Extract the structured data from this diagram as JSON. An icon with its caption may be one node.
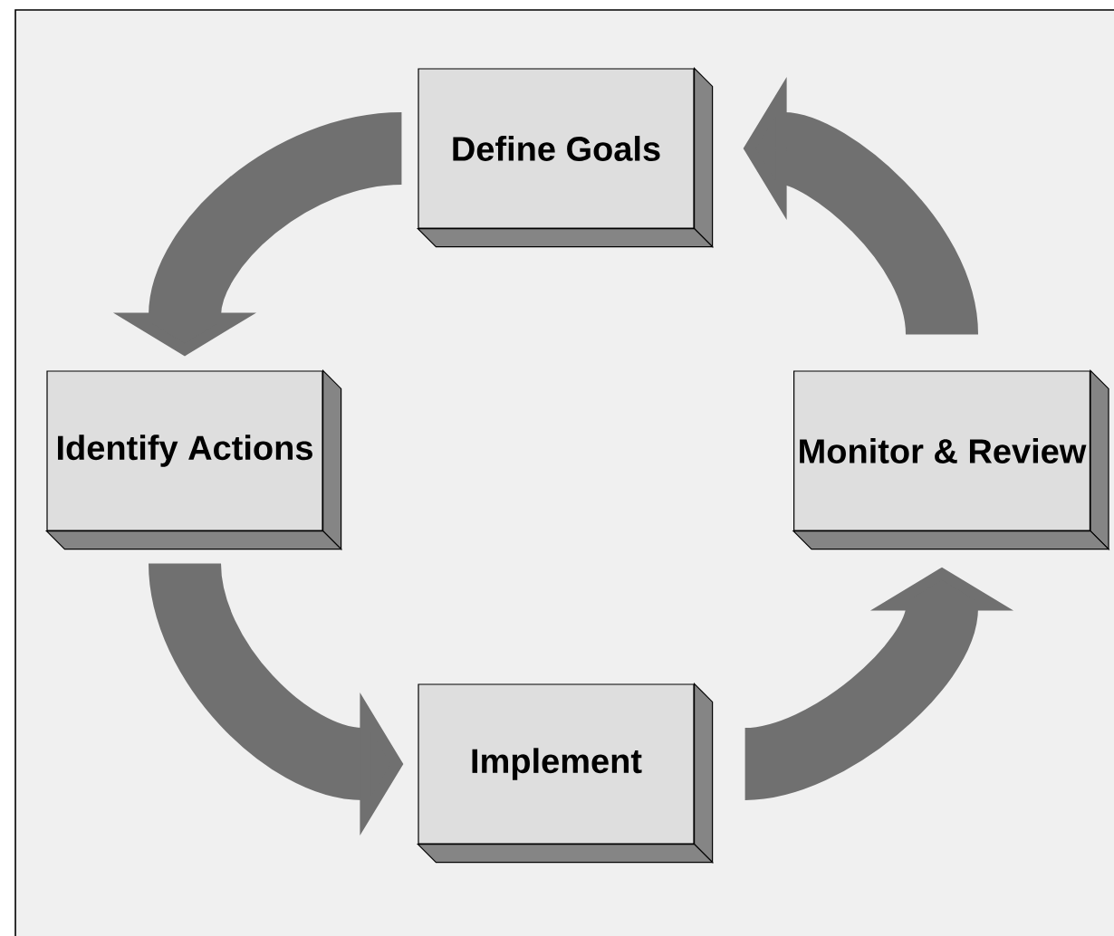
{
  "diagram": {
    "nodes": [
      {
        "text": [
          "Define Goals"
        ]
      },
      {
        "text": [
          "Identify Actions"
        ]
      },
      {
        "text": [
          "Implement"
        ]
      },
      {
        "text": [
          "Monitor & Review"
        ]
      }
    ],
    "edges": [
      {
        "from": 0,
        "to": 1,
        "arrow": "to"
      },
      {
        "from": 1,
        "to": 2,
        "arrow": "to"
      },
      {
        "from": 2,
        "to": 3,
        "arrow": "to"
      },
      {
        "from": 3,
        "to": 0,
        "arrow": "to"
      }
    ]
  }
}
